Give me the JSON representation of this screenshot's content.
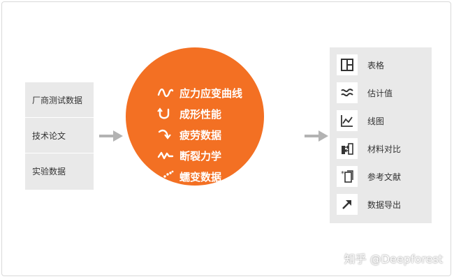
{
  "sources": [
    "厂商测试数据",
    "技术论文",
    "实验数据"
  ],
  "hub": {
    "items": [
      {
        "label": "应力应变曲线",
        "icon": "wave-curve-icon"
      },
      {
        "label": "成形性能",
        "icon": "u-turn-curve-icon"
      },
      {
        "label": "疲劳数据",
        "icon": "arrow-curve-icon"
      },
      {
        "label": "断裂力学",
        "icon": "zigzag-icon"
      },
      {
        "label": "蠕变数据",
        "icon": "dotted-curve-icon"
      }
    ]
  },
  "outputs": [
    {
      "label": "表格",
      "icon": "table-grid-icon"
    },
    {
      "label": "估计值",
      "icon": "approx-equal-icon"
    },
    {
      "label": "线图",
      "icon": "line-chart-icon"
    },
    {
      "label": "材料对比",
      "icon": "compare-icon"
    },
    {
      "label": "参考文献",
      "icon": "reference-doc-icon"
    },
    {
      "label": "数据导出",
      "icon": "export-arrow-icon"
    }
  ],
  "watermark": "知乎 @Deepforest",
  "colors": {
    "accent": "#f37023",
    "panel": "#e9e9e9",
    "arrow": "#b3b3b3"
  }
}
